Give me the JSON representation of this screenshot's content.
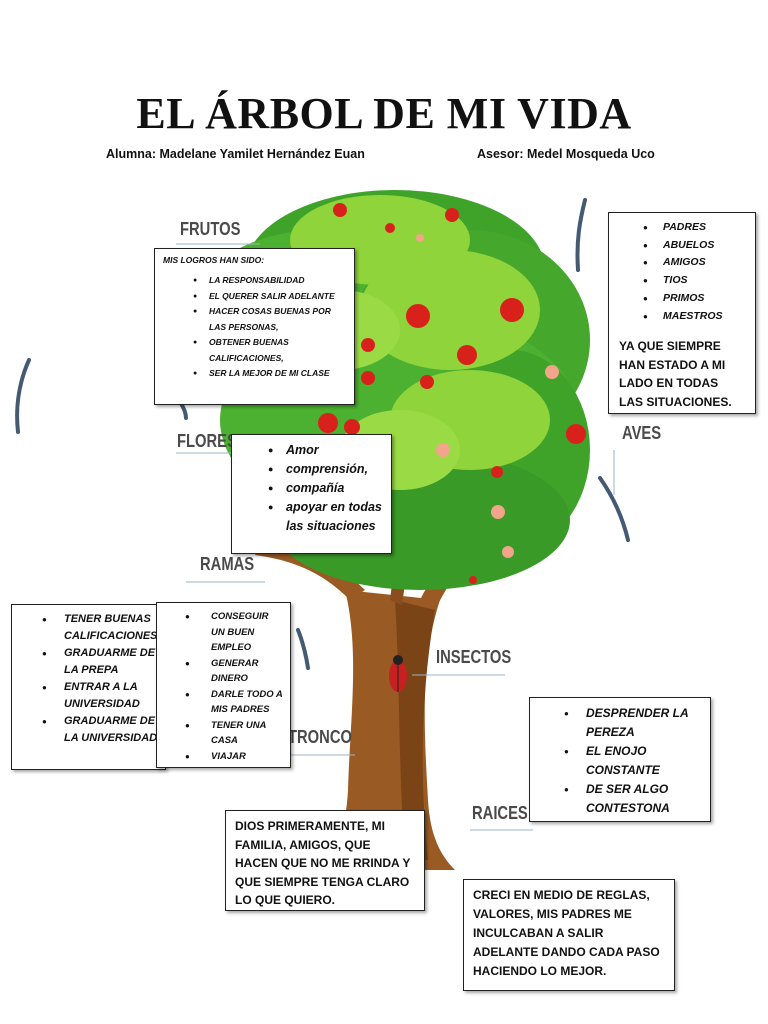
{
  "title": "EL ÁRBOL DE MI VIDA",
  "student": "Alumna: Madelane Yamilet Hernández Euan",
  "advisor": "Asesor: Medel Mosqueda Uco",
  "labels": {
    "frutos": "FRUTOS",
    "flores": "FLORES",
    "ramas": "RAMAS",
    "tronco": "TRONCO",
    "raices": "RAICES",
    "aves": "AVES",
    "insectos": "INSECTOS"
  },
  "frutos_box": {
    "heading": "MIS LOGROS HAN SIDO:",
    "items": [
      "LA RESPONSABILIDAD",
      "EL QUERER SALIR ADELANTE",
      "HACER COSAS BUENAS POR LAS PERSONAS,",
      "OBTENER BUENAS CALIFICACIONES,",
      "SER LA MEJOR DE MI CLASE"
    ]
  },
  "aves_box": {
    "items": [
      "PADRES",
      "ABUELOS",
      "AMIGOS",
      "TIOS",
      "PRIMOS",
      "MAESTROS"
    ],
    "text": "YA QUE SIEMPRE HAN ESTADO A MI LADO EN TODAS LAS SITUACIONES."
  },
  "flores_box": {
    "items": [
      "Amor",
      "comprensión,",
      "compañía",
      "apoyar en todas las situaciones"
    ]
  },
  "ramas_box_left": {
    "items": [
      "TENER BUENAS CALIFICACIONES",
      "GRADUARME DE LA PREPA",
      "ENTRAR A LA UNIVERSIDAD",
      "GRADUARME DE LA UNIVERSIDAD"
    ]
  },
  "ramas_box_right": {
    "items": [
      "CONSEGUIR UN BUEN EMPLEO",
      "GENERAR DINERO",
      "DARLE TODO A MIS PADRES",
      "TENER UNA CASA",
      "VIAJAR"
    ]
  },
  "insectos_box": {
    "items": [
      "DESPRENDER LA PEREZA",
      "EL ENOJO CONSTANTE",
      "DE SER ALGO CONTESTONA"
    ]
  },
  "tronco_box": {
    "text": "DIOS PRIMERAMENTE, MI FAMILIA, AMIGOS, QUE HACEN QUE NO ME RRINDA Y QUE SIEMPRE TENGA CLARO LO QUE QUIERO."
  },
  "raices_box": {
    "text": "CRECI EN MEDIO DE REGLAS, VALORES, MIS PADRES ME INCULCABAN A SALIR ADELANTE DANDO CADA PASO HACIENDO LO MEJOR."
  },
  "colors": {
    "leaf_dark": "#3fa32a",
    "leaf_light": "#8fd43a",
    "trunk": "#9a5a23",
    "apple": "#d9211c"
  }
}
